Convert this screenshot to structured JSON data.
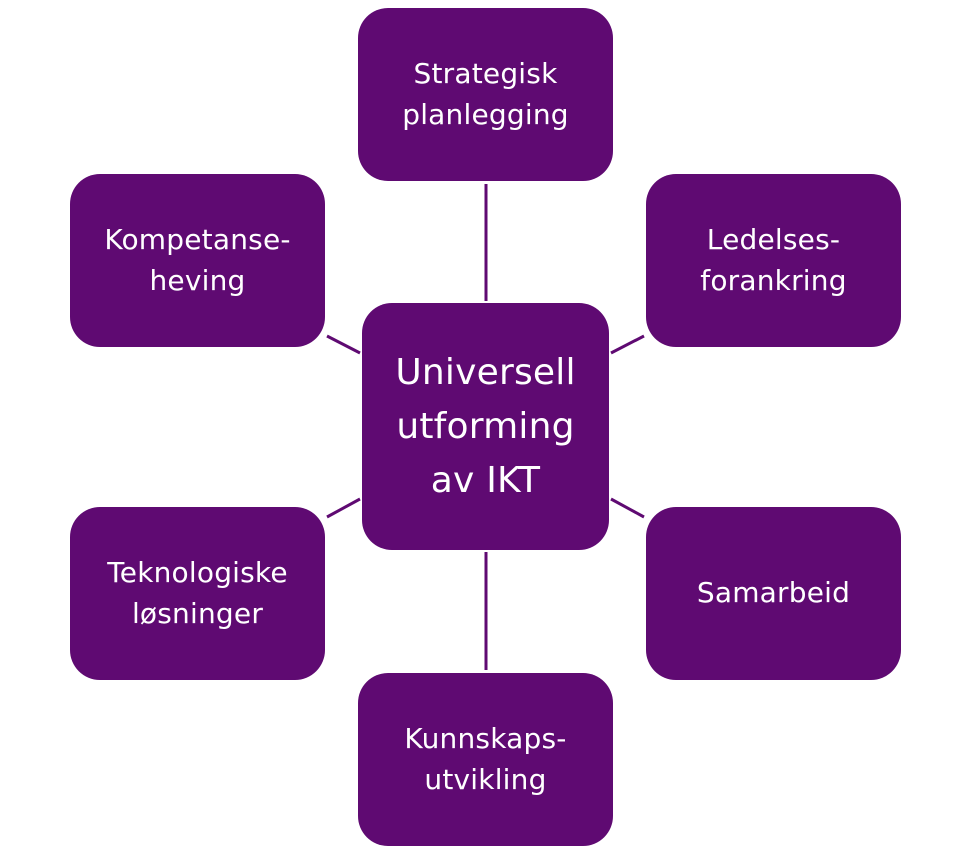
{
  "diagram": {
    "center": {
      "label": "Universell\nutforming\nav IKT",
      "color": "#5f0a72"
    },
    "nodes": {
      "top": "Strategisk\nplanlegging",
      "top_left": "Kompetanse-\nheving",
      "top_right": "Ledelses-\nforankring",
      "bottom_left": "Teknologiske\nløsninger",
      "bottom_right": "Samarbeid",
      "bottom": "Kunnskaps-\nutvikling"
    },
    "node_color": "#5f0a72",
    "text_color": "#ffffff"
  }
}
